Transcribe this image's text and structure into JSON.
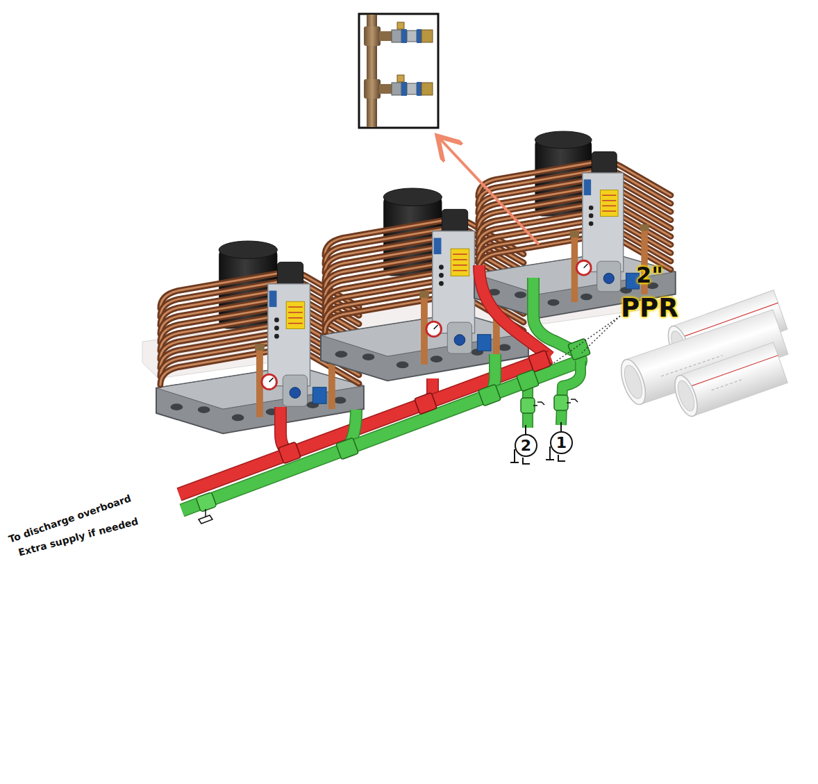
{
  "diagram": {
    "nodes": [
      {
        "text": [
          "2"
        ]
      },
      {
        "text": [
          "1"
        ]
      }
    ],
    "labels": [
      "2\"",
      "PPR",
      "To discharge overboard",
      "Extra supply if needed"
    ]
  }
}
